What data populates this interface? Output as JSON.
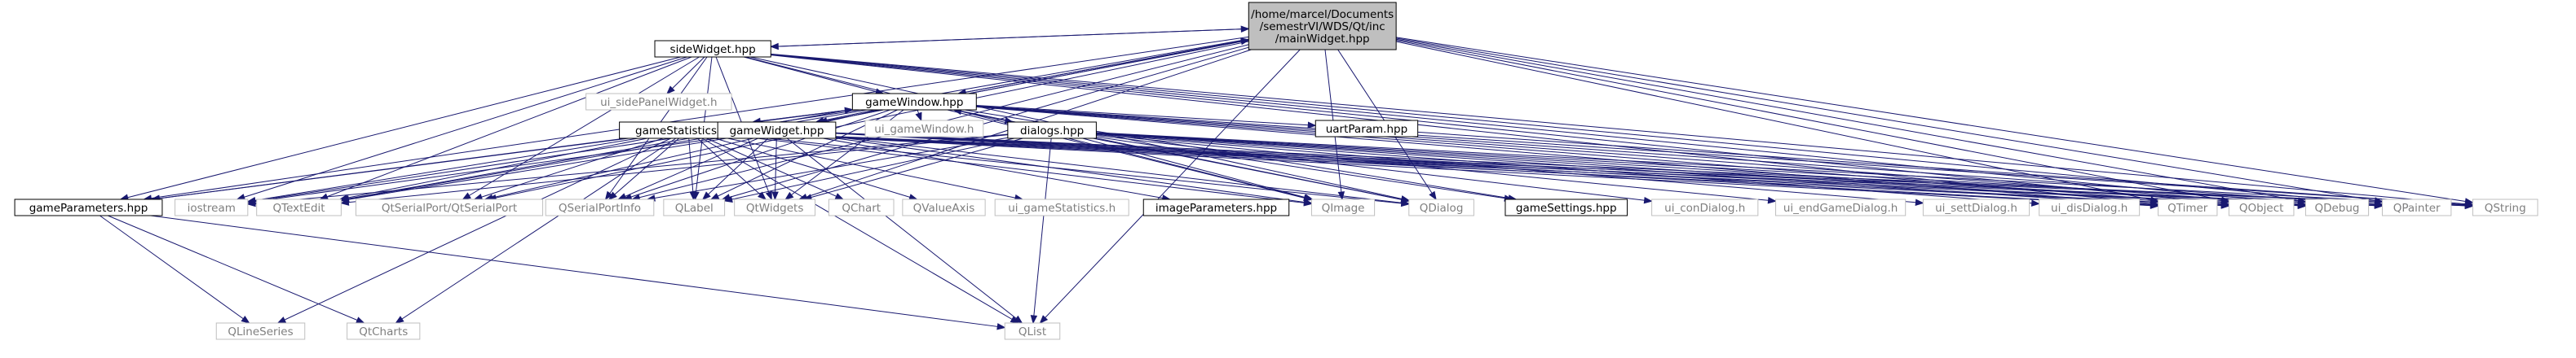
{
  "graph": {
    "colors": {
      "root_fill": "#bfbfbf",
      "node_fill": "#ffffff",
      "node_border": "#000000",
      "external_border": "#bfbfbf",
      "edge": "#191970",
      "text_main": "#000000",
      "text_external": "#7f7f7f"
    },
    "nodes": [
      {
        "id": "mainWidget",
        "label": [
          "/home/marcel/Documents",
          "/semestrVI/WDS/Qt/inc",
          "/mainWidget.hpp"
        ],
        "kind": "root"
      },
      {
        "id": "sideWidget",
        "label": [
          "sideWidget.hpp"
        ],
        "kind": "local"
      },
      {
        "id": "ui_sidePanelWidget",
        "label": [
          "ui_sidePanelWidget.h"
        ],
        "kind": "external"
      },
      {
        "id": "gameWindow",
        "label": [
          "gameWindow.hpp"
        ],
        "kind": "local"
      },
      {
        "id": "ui_gameWindow",
        "label": [
          "ui_gameWindow.h"
        ],
        "kind": "external"
      },
      {
        "id": "uartParam",
        "label": [
          "uartParam.hpp"
        ],
        "kind": "local"
      },
      {
        "id": "gameStatistics",
        "label": [
          "gameStatistics.hpp"
        ],
        "kind": "local"
      },
      {
        "id": "gameWidget",
        "label": [
          "gameWidget.hpp"
        ],
        "kind": "local"
      },
      {
        "id": "dialogs",
        "label": [
          "dialogs.hpp"
        ],
        "kind": "local"
      },
      {
        "id": "gameParameters",
        "label": [
          "gameParameters.hpp"
        ],
        "kind": "local"
      },
      {
        "id": "iostream",
        "label": [
          "iostream"
        ],
        "kind": "external"
      },
      {
        "id": "QTextEdit",
        "label": [
          "QTextEdit"
        ],
        "kind": "external"
      },
      {
        "id": "QSerialPort",
        "label": [
          "QtSerialPort/QtSerialPort"
        ],
        "kind": "external"
      },
      {
        "id": "QSerialPortInfo",
        "label": [
          "QSerialPortInfo"
        ],
        "kind": "external"
      },
      {
        "id": "QLabel",
        "label": [
          "QLabel"
        ],
        "kind": "external"
      },
      {
        "id": "QtWidgets",
        "label": [
          "QtWidgets"
        ],
        "kind": "external"
      },
      {
        "id": "QChart",
        "label": [
          "QChart"
        ],
        "kind": "external"
      },
      {
        "id": "QValueAxis",
        "label": [
          "QValueAxis"
        ],
        "kind": "external"
      },
      {
        "id": "ui_gameStatistics",
        "label": [
          "ui_gameStatistics.h"
        ],
        "kind": "external"
      },
      {
        "id": "imageParameters",
        "label": [
          "imageParameters.hpp"
        ],
        "kind": "local"
      },
      {
        "id": "QImage",
        "label": [
          "QImage"
        ],
        "kind": "external"
      },
      {
        "id": "QDialog",
        "label": [
          "QDialog"
        ],
        "kind": "external"
      },
      {
        "id": "gameSettings",
        "label": [
          "gameSettings.hpp"
        ],
        "kind": "local"
      },
      {
        "id": "ui_conDialog",
        "label": [
          "ui_conDialog.h"
        ],
        "kind": "external"
      },
      {
        "id": "ui_endGameDialog",
        "label": [
          "ui_endGameDialog.h"
        ],
        "kind": "external"
      },
      {
        "id": "ui_settDialog",
        "label": [
          "ui_settDialog.h"
        ],
        "kind": "external"
      },
      {
        "id": "ui_disDialog",
        "label": [
          "ui_disDialog.h"
        ],
        "kind": "external"
      },
      {
        "id": "QTimer",
        "label": [
          "QTimer"
        ],
        "kind": "external"
      },
      {
        "id": "QObject",
        "label": [
          "QObject"
        ],
        "kind": "external"
      },
      {
        "id": "QDebug",
        "label": [
          "QDebug"
        ],
        "kind": "external"
      },
      {
        "id": "QPainter",
        "label": [
          "QPainter"
        ],
        "kind": "external"
      },
      {
        "id": "QString",
        "label": [
          "QString"
        ],
        "kind": "external"
      },
      {
        "id": "QLineSeries",
        "label": [
          "QLineSeries"
        ],
        "kind": "external"
      },
      {
        "id": "QtCharts",
        "label": [
          "QtCharts"
        ],
        "kind": "external"
      },
      {
        "id": "QList",
        "label": [
          "QList"
        ],
        "kind": "external"
      }
    ],
    "edges": [
      [
        "mainWidget",
        "sideWidget"
      ],
      [
        "mainWidget",
        "gameWindow"
      ],
      [
        "mainWidget",
        "gameWidget"
      ],
      [
        "mainWidget",
        "QList"
      ],
      [
        "mainWidget",
        "gameParameters"
      ],
      [
        "mainWidget",
        "QTextEdit"
      ],
      [
        "mainWidget",
        "QSerialPort"
      ],
      [
        "mainWidget",
        "QSerialPortInfo"
      ],
      [
        "mainWidget",
        "QLabel"
      ],
      [
        "mainWidget",
        "QtWidgets"
      ],
      [
        "mainWidget",
        "QImage"
      ],
      [
        "mainWidget",
        "QDialog"
      ],
      [
        "mainWidget",
        "QTimer"
      ],
      [
        "mainWidget",
        "QObject"
      ],
      [
        "mainWidget",
        "QDebug"
      ],
      [
        "mainWidget",
        "QPainter"
      ],
      [
        "mainWidget",
        "QString"
      ],
      [
        "sideWidget",
        "mainWidget"
      ],
      [
        "sideWidget",
        "ui_sidePanelWidget"
      ],
      [
        "sideWidget",
        "gameWindow"
      ],
      [
        "sideWidget",
        "gameParameters"
      ],
      [
        "sideWidget",
        "iostream"
      ],
      [
        "sideWidget",
        "QTextEdit"
      ],
      [
        "sideWidget",
        "QSerialPort"
      ],
      [
        "sideWidget",
        "QSerialPortInfo"
      ],
      [
        "sideWidget",
        "QLabel"
      ],
      [
        "sideWidget",
        "QtWidgets"
      ],
      [
        "sideWidget",
        "QImage"
      ],
      [
        "sideWidget",
        "QDialog"
      ],
      [
        "sideWidget",
        "QTimer"
      ],
      [
        "sideWidget",
        "QObject"
      ],
      [
        "sideWidget",
        "QDebug"
      ],
      [
        "sideWidget",
        "QPainter"
      ],
      [
        "sideWidget",
        "QString"
      ],
      [
        "gameWindow",
        "mainWidget"
      ],
      [
        "gameWindow",
        "ui_gameWindow"
      ],
      [
        "gameWindow",
        "uartParam"
      ],
      [
        "gameWindow",
        "gameStatistics"
      ],
      [
        "gameWindow",
        "gameWidget"
      ],
      [
        "gameWindow",
        "dialogs"
      ],
      [
        "gameWindow",
        "gameParameters"
      ],
      [
        "gameWindow",
        "iostream"
      ],
      [
        "gameWindow",
        "QTextEdit"
      ],
      [
        "gameWindow",
        "QSerialPort"
      ],
      [
        "gameWindow",
        "QSerialPortInfo"
      ],
      [
        "gameWindow",
        "QLabel"
      ],
      [
        "gameWindow",
        "QtWidgets"
      ],
      [
        "gameWindow",
        "QImage"
      ],
      [
        "gameWindow",
        "QDialog"
      ],
      [
        "gameWindow",
        "gameSettings"
      ],
      [
        "gameWindow",
        "QTimer"
      ],
      [
        "gameWindow",
        "QObject"
      ],
      [
        "gameWindow",
        "QDebug"
      ],
      [
        "gameWindow",
        "QPainter"
      ],
      [
        "gameWindow",
        "QString"
      ],
      [
        "uartParam",
        "QString"
      ],
      [
        "gameStatistics",
        "gameWindow"
      ],
      [
        "gameStatistics",
        "gameParameters"
      ],
      [
        "gameStatistics",
        "iostream"
      ],
      [
        "gameStatistics",
        "QTextEdit"
      ],
      [
        "gameStatistics",
        "QSerialPort"
      ],
      [
        "gameStatistics",
        "QSerialPortInfo"
      ],
      [
        "gameStatistics",
        "QLabel"
      ],
      [
        "gameStatistics",
        "QtWidgets"
      ],
      [
        "gameStatistics",
        "QChart"
      ],
      [
        "gameStatistics",
        "QValueAxis"
      ],
      [
        "gameStatistics",
        "ui_gameStatistics"
      ],
      [
        "gameStatistics",
        "QImage"
      ],
      [
        "gameStatistics",
        "QDialog"
      ],
      [
        "gameStatistics",
        "QTimer"
      ],
      [
        "gameStatistics",
        "QObject"
      ],
      [
        "gameStatistics",
        "QDebug"
      ],
      [
        "gameStatistics",
        "QPainter"
      ],
      [
        "gameStatistics",
        "QString"
      ],
      [
        "gameStatistics",
        "QLineSeries"
      ],
      [
        "gameStatistics",
        "QtCharts"
      ],
      [
        "gameStatistics",
        "QList"
      ],
      [
        "gameWidget",
        "mainWidget"
      ],
      [
        "gameWidget",
        "imageParameters"
      ],
      [
        "gameWidget",
        "QImage"
      ],
      [
        "gameWidget",
        "QDialog"
      ],
      [
        "gameWidget",
        "QLabel"
      ],
      [
        "gameWidget",
        "QtWidgets"
      ],
      [
        "gameWidget",
        "iostream"
      ],
      [
        "gameWidget",
        "QTextEdit"
      ],
      [
        "gameWidget",
        "QSerialPortInfo"
      ],
      [
        "gameWidget",
        "QTimer"
      ],
      [
        "gameWidget",
        "QObject"
      ],
      [
        "gameWidget",
        "QDebug"
      ],
      [
        "gameWidget",
        "QPainter"
      ],
      [
        "gameWidget",
        "QString"
      ],
      [
        "gameWidget",
        "QList"
      ],
      [
        "dialogs",
        "gameWindow"
      ],
      [
        "dialogs",
        "gameSettings"
      ],
      [
        "dialogs",
        "ui_conDialog"
      ],
      [
        "dialogs",
        "ui_endGameDialog"
      ],
      [
        "dialogs",
        "ui_settDialog"
      ],
      [
        "dialogs",
        "ui_disDialog"
      ],
      [
        "dialogs",
        "QDialog"
      ],
      [
        "dialogs",
        "QImage"
      ],
      [
        "dialogs",
        "QtWidgets"
      ],
      [
        "dialogs",
        "QLabel"
      ],
      [
        "dialogs",
        "QSerialPortInfo"
      ],
      [
        "dialogs",
        "QTextEdit"
      ],
      [
        "dialogs",
        "iostream"
      ],
      [
        "dialogs",
        "QTimer"
      ],
      [
        "dialogs",
        "QObject"
      ],
      [
        "dialogs",
        "QDebug"
      ],
      [
        "dialogs",
        "QPainter"
      ],
      [
        "dialogs",
        "QString"
      ],
      [
        "dialogs",
        "QList"
      ],
      [
        "gameParameters",
        "QLineSeries"
      ],
      [
        "gameParameters",
        "QtCharts"
      ],
      [
        "gameParameters",
        "QList"
      ]
    ]
  }
}
